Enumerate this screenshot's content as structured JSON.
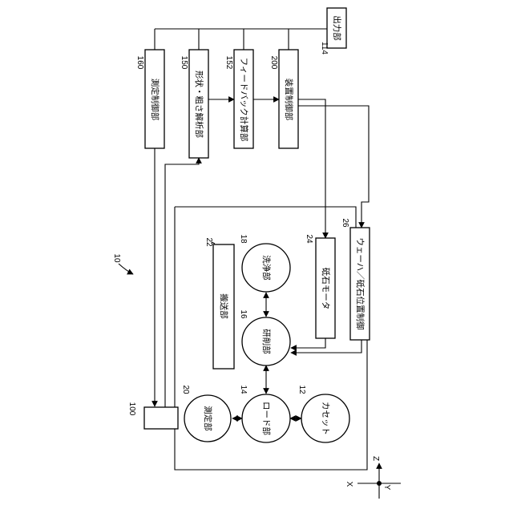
{
  "figure_label": "10",
  "blocks": {
    "measure_control": {
      "ref": "160",
      "label": "測定制御部"
    },
    "shape_analysis": {
      "ref": "150",
      "label": "形状・粗さ解析部"
    },
    "feedback_calc": {
      "ref": "152",
      "label": "フィードバック計算部"
    },
    "device_control": {
      "ref": "200",
      "label": "装置制御部"
    },
    "output": {
      "ref": "114",
      "label": "出力部"
    },
    "measurement_port": {
      "ref": "100",
      "label": ""
    },
    "transfer": {
      "ref": "22",
      "label": "搬送部"
    },
    "whetstone_motor": {
      "ref": "24",
      "label": "砥石モータ"
    },
    "wafer_control": {
      "ref": "26",
      "label": "ウェーハ／砥石位置制御"
    },
    "measure_unit": {
      "ref": "20",
      "label": "測定部"
    },
    "load_unit": {
      "ref": "14",
      "label": "ロード部"
    },
    "cassette": {
      "ref": "12",
      "label": "カセット"
    },
    "grinding": {
      "ref": "16",
      "label": "研削部"
    },
    "washing": {
      "ref": "18",
      "label": "洗浄部"
    }
  },
  "axes": {
    "z": "Z",
    "x": "X",
    "y": "Y"
  }
}
